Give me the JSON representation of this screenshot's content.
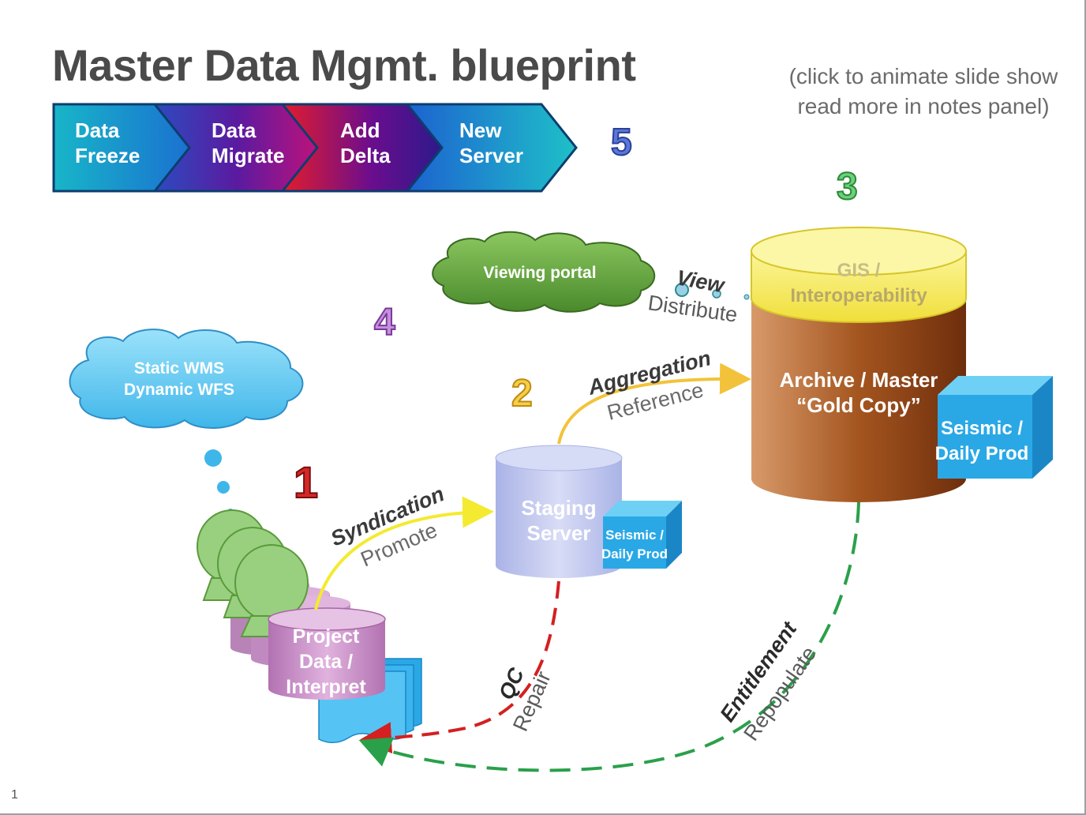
{
  "slide": {
    "title": "Master Data Mgmt. blueprint",
    "note_line1": "(click to animate slide show",
    "note_line2": "read more in notes panel)",
    "slide_number": "1"
  },
  "process": [
    {
      "line1": "Data",
      "line2": "Freeze"
    },
    {
      "line1": "Data",
      "line2": "Migrate"
    },
    {
      "line1": "Add",
      "line2": "Delta"
    },
    {
      "line1": "New",
      "line2": "Server"
    }
  ],
  "step_numbers": {
    "one": "1",
    "two": "2",
    "three": "3",
    "four": "4",
    "five": "5"
  },
  "clouds": {
    "viewing_portal": "Viewing portal",
    "wms_line1": "Static WMS",
    "wms_line2": "Dynamic WFS"
  },
  "archive": {
    "top_line1": "GIS /",
    "top_line2": "Interoperability",
    "body_line1": "Archive / Master",
    "body_line2": "“Gold Copy”",
    "cube_line1": "Seismic /",
    "cube_line2": "Daily Prod"
  },
  "staging": {
    "line1": "Staging",
    "line2": "Server",
    "cube_line1": "Seismic /",
    "cube_line2": "Daily Prod"
  },
  "project": {
    "line1": "Project",
    "line2": "Data /",
    "line3": "Interpret"
  },
  "flows": {
    "syndication": "Syndication",
    "promote": "Promote",
    "aggregation": "Aggregation",
    "reference": "Reference",
    "view": "View",
    "distribute": "Distribute",
    "qc": "QC",
    "repair": "Repair",
    "entitlement": "Entitlement",
    "repopulate": "Repopulate"
  },
  "colors": {
    "title": "#4a4a4a",
    "cloud_green": "#5a9a3a",
    "cloud_blue": "#5ec8f0",
    "archive_brown": "#9a4a1c",
    "archive_gold": "#f4ee6a",
    "staging": "#c6cdee",
    "cube": "#2aa8e6",
    "project": "#c890c6",
    "flow_yellow": "#f2c33a",
    "flow_red": "#d42020",
    "flow_green": "#2aa04a"
  }
}
